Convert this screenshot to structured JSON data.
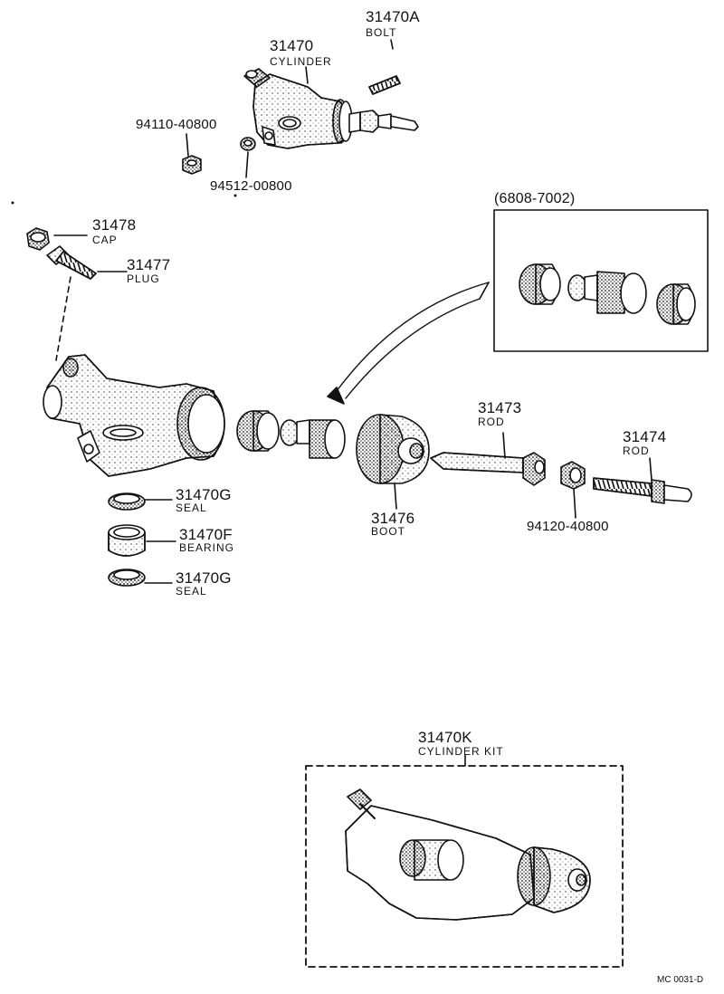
{
  "parts": {
    "bolt_31470a": {
      "number": "31470A",
      "name": "BOLT"
    },
    "cylinder_31470": {
      "number": "31470",
      "name": "CYLINDER"
    },
    "nut_94110": {
      "number": "94110-40800"
    },
    "washer_94512": {
      "number": "94512-00800"
    },
    "cap_31478": {
      "number": "31478",
      "name": "CAP"
    },
    "plug_31477": {
      "number": "31477",
      "name": "PLUG"
    },
    "seal_31470g_a": {
      "number": "31470G",
      "name": "SEAL"
    },
    "bearing_31470f": {
      "number": "31470F",
      "name": "BEARING"
    },
    "seal_31470g_b": {
      "number": "31470G",
      "name": "SEAL"
    },
    "rod_31473": {
      "number": "31473",
      "name": "ROD"
    },
    "rod_31474": {
      "number": "31474",
      "name": "ROD"
    },
    "boot_31476": {
      "number": "31476",
      "name": "BOOT"
    },
    "nut_94120": {
      "number": "94120-40800"
    },
    "kit_31470k": {
      "number": "31470K",
      "name": "CYLINDER KIT"
    }
  },
  "inset": {
    "date_range": "(6808-7002)"
  },
  "diagram_code": "MC 0031-D",
  "colors": {
    "ink": "#111111",
    "paper": "#ffffff"
  }
}
